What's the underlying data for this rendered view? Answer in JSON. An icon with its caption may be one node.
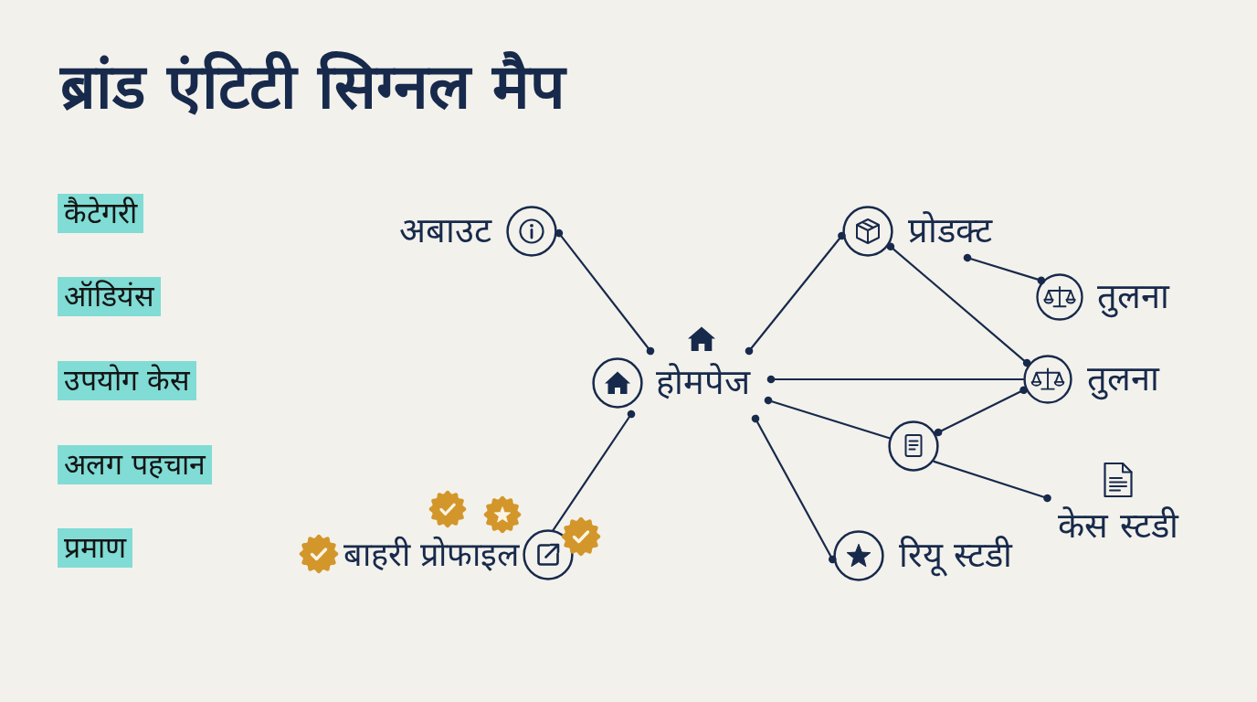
{
  "diagram": {
    "title": "ब्रांड एंटिटी सिग्नल मैप",
    "nodes": [
      {
        "text": [
          "कैटेगरी"
        ]
      },
      {
        "text": [
          "ऑडियंस"
        ]
      },
      {
        "text": [
          "उपयोग केस"
        ]
      },
      {
        "text": [
          "अलग पहचान"
        ]
      },
      {
        "text": [
          "प्रमाण"
        ]
      },
      {
        "text": [
          "अबाउट"
        ]
      },
      {
        "text": [
          "प्रोडक्ट"
        ]
      },
      {
        "text": [
          "तुलना"
        ]
      },
      {
        "text": [
          "होमपेज"
        ]
      },
      {
        "text": [
          "तुलना"
        ]
      },
      {
        "text": [],
        "shape": "circle"
      },
      {
        "text": [
          "केस स्टडी"
        ]
      },
      {
        "text": [
          "बाहरी प्रोफाइल"
        ]
      },
      {
        "text": [
          "रियू स्टडी"
        ]
      }
    ],
    "edges": [
      {
        "from": 8,
        "to": 5,
        "arrow": "other"
      },
      {
        "from": 8,
        "to": 6,
        "arrow": "other"
      },
      {
        "from": 6,
        "to": 7,
        "arrow": "other"
      },
      {
        "from": 6,
        "to": 9,
        "arrow": "other"
      },
      {
        "from": 8,
        "to": 9,
        "arrow": "other"
      },
      {
        "from": 8,
        "to": 10,
        "arrow": "other"
      },
      {
        "from": 10,
        "to": 9,
        "arrow": "other"
      },
      {
        "from": 10,
        "to": 11,
        "arrow": "other"
      },
      {
        "from": 8,
        "to": 13,
        "arrow": "other"
      },
      {
        "from": 8,
        "to": 12,
        "arrow": "other"
      }
    ]
  }
}
